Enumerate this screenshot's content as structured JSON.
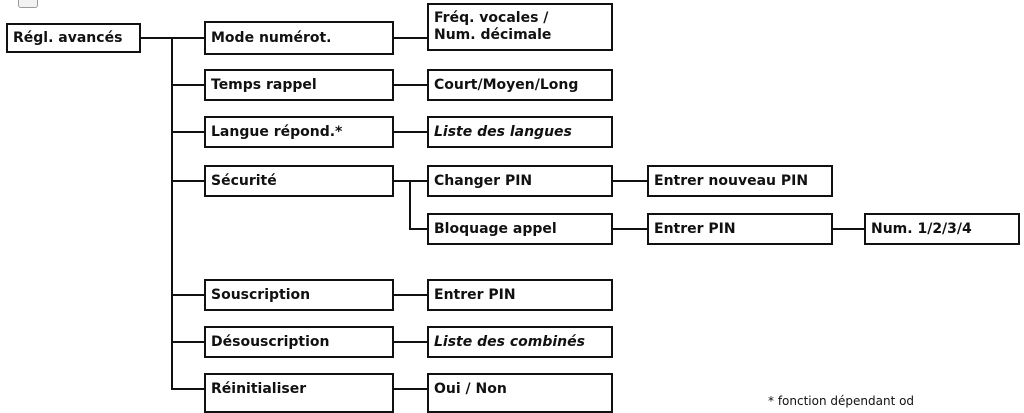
{
  "root": {
    "label": "Régl. avancés",
    "icon": "menu-key-icon"
  },
  "items": {
    "mode": "Mode numérot.",
    "mode_value_1": "Fréq. vocales /",
    "mode_value_2": "Num. décimale",
    "temps": "Temps rappel",
    "temps_value": "Court/Moyen/Long",
    "langue": "Langue répond.*",
    "langue_value": "Liste des langues",
    "securite": "Sécurité",
    "changer_pin": "Changer PIN",
    "entrer_nouveau_pin": "Entrer nouveau PIN",
    "bloquage": "Bloquage appel",
    "bloquage_pin": "Entrer PIN",
    "num": "Num. 1/2/3/4",
    "souscription": "Souscription",
    "souscription_pin": "Entrer PIN",
    "desouscription": "Désouscription",
    "desouscription_value": "Liste des combinés",
    "reinitialiser": "Réinitialiser",
    "reinit_value": "Oui / Non"
  },
  "footnote": "* fonction dépendant od"
}
